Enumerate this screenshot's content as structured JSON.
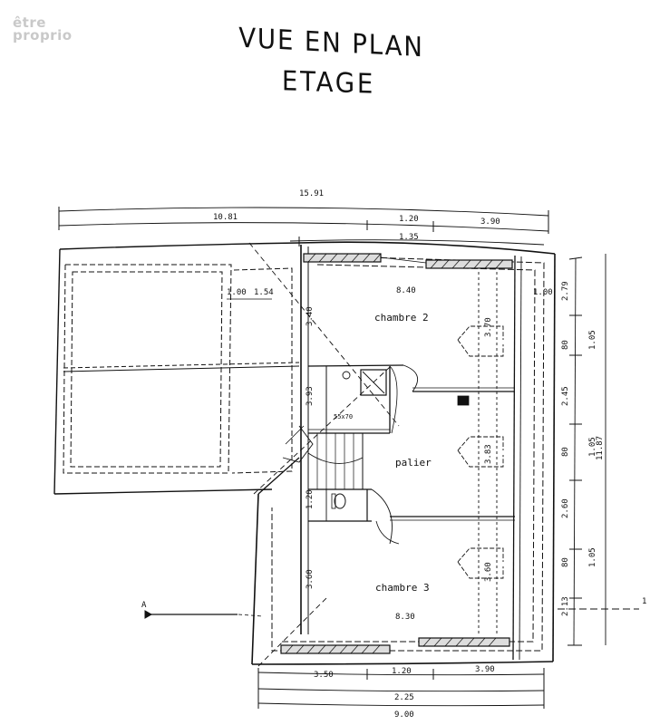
{
  "watermark": {
    "line1": "être",
    "line2": "proprio"
  },
  "title": {
    "line1": "VUE EN PLAN",
    "line2": "ETAGE"
  },
  "rooms": {
    "chambre2": "chambre 2",
    "palier": "palier",
    "chambre3": "chambre 3",
    "shower_label": "55x70"
  },
  "dimensions": {
    "top_overall": "15.91",
    "top_left": "10.81",
    "top_mid": "1.20",
    "top_right": "3.90",
    "top_inner": "1.35",
    "inner_width_top": "8.40",
    "left_part_a": "1.00",
    "left_part_b": "1.54",
    "right_small": "1.00",
    "wall_340": "3.40",
    "wall_393": "3.93",
    "wall_120": "1.20",
    "wall_360": "3.60",
    "ch2_height": "3.70",
    "palier_height": "3.83",
    "ch3_height": "3.60",
    "inner_width_bottom": "8.30",
    "bottom_left": "3.50",
    "bottom_mid": "1.20",
    "bottom_right": "3.90",
    "bottom_sub": "2.25",
    "bottom_overall": "9.00",
    "right_279": "2.79",
    "right_80a": "80",
    "right_105a": "1.05",
    "right_245": "2.45",
    "right_80b": "80",
    "right_105b": "1.05",
    "right_260": "2.60",
    "right_80c": "80",
    "right_105c": "1.05",
    "right_213": "2.13",
    "right_total": "11.87"
  },
  "section_marker": {
    "left": "A",
    "right": "1"
  }
}
